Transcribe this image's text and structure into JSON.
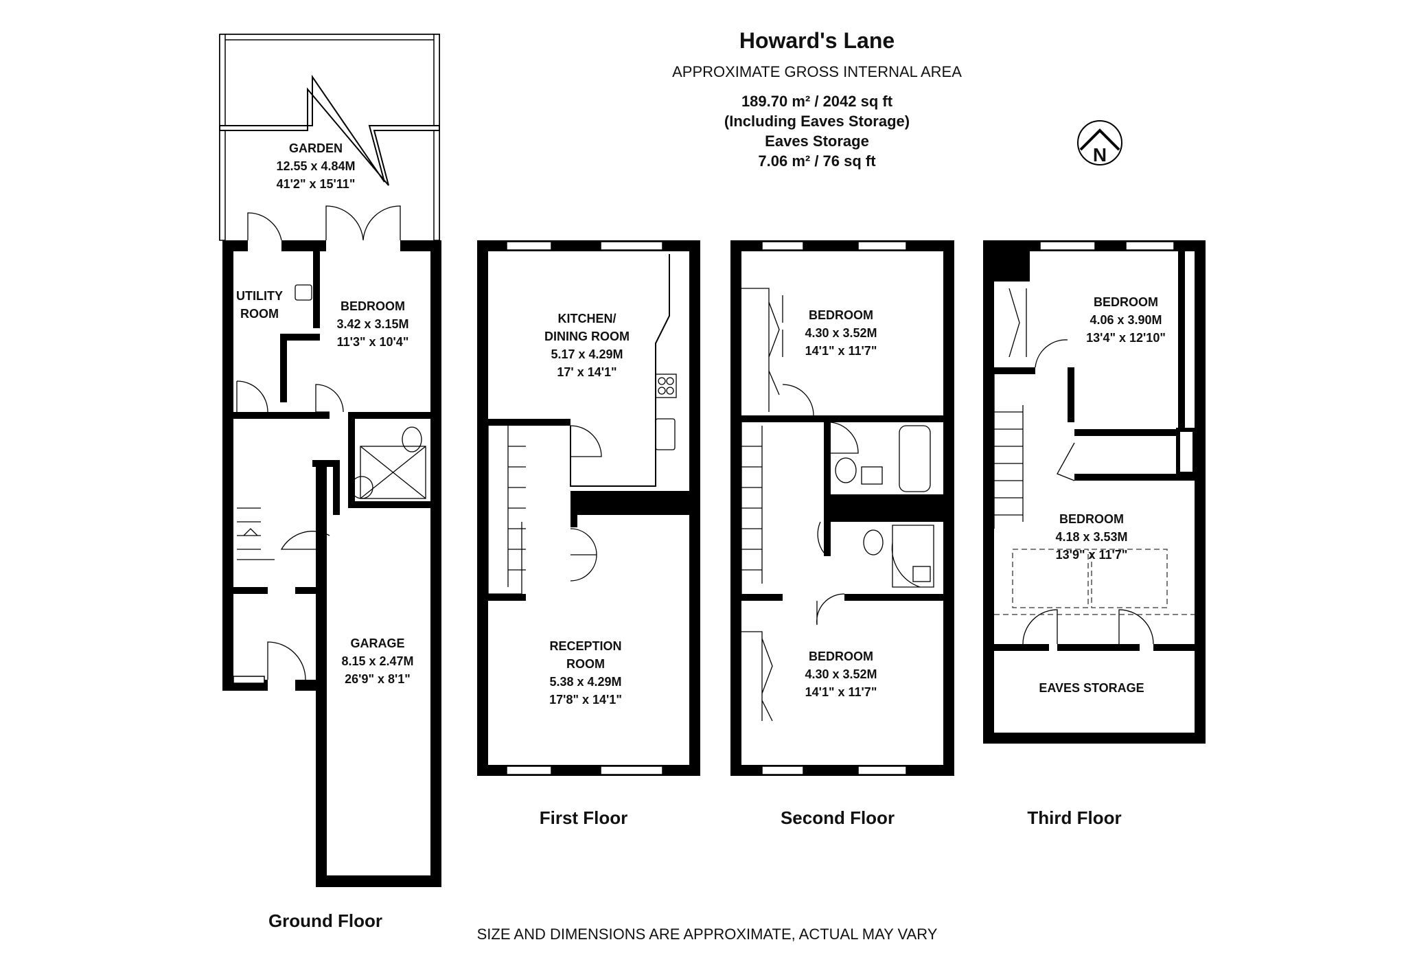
{
  "header": {
    "title": "Howard's Lane",
    "area_heading": "APPROXIMATE GROSS INTERNAL AREA",
    "total_area": "189.70 m² / 2042 sq ft",
    "including_note": "(Including Eaves Storage)",
    "eaves_heading": "Eaves Storage",
    "eaves_area": "7.06 m² / 76 sq ft"
  },
  "compass": {
    "letter": "N",
    "icon": "north-arrow-icon"
  },
  "floors": {
    "ground": {
      "name": "Ground Floor",
      "rooms": {
        "garden": {
          "name": "GARDEN",
          "metric": "12.55 x 4.84M",
          "imperial": "41'2\" x 15'11\""
        },
        "utility": {
          "name_line1": "UTILITY",
          "name_line2": "ROOM"
        },
        "bedroom": {
          "name": "BEDROOM",
          "metric": "3.42 x 3.15M",
          "imperial": "11'3\" x 10'4\""
        },
        "garage": {
          "name": "GARAGE",
          "metric": "8.15 x 2.47M",
          "imperial": "26'9\" x 8'1\""
        }
      }
    },
    "first": {
      "name": "First Floor",
      "rooms": {
        "kitchen": {
          "name_line1": "KITCHEN/",
          "name_line2": "DINING ROOM",
          "metric": "5.17 x 4.29M",
          "imperial": "17' x 14'1\""
        },
        "reception": {
          "name_line1": "RECEPTION",
          "name_line2": "ROOM",
          "metric": "5.38 x 4.29M",
          "imperial": "17'8\" x 14'1\""
        }
      }
    },
    "second": {
      "name": "Second Floor",
      "rooms": {
        "bedroom_rear": {
          "name": "BEDROOM",
          "metric": "4.30 x 3.52M",
          "imperial": "14'1\" x 11'7\""
        },
        "bedroom_front": {
          "name": "BEDROOM",
          "metric": "4.30 x 3.52M",
          "imperial": "14'1\" x 11'7\""
        }
      }
    },
    "third": {
      "name": "Third Floor",
      "rooms": {
        "bedroom_rear": {
          "name": "BEDROOM",
          "metric": "4.06 x 3.90M",
          "imperial": "13'4\" x 12'10\""
        },
        "bedroom_front": {
          "name": "BEDROOM",
          "metric": "4.18 x 3.53M",
          "imperial": "13'9\" x 11'7\""
        },
        "eaves": {
          "name": "EAVES STORAGE"
        }
      }
    }
  },
  "footer": {
    "disclaimer": "SIZE AND DIMENSIONS ARE APPROXIMATE, ACTUAL MAY VARY"
  }
}
